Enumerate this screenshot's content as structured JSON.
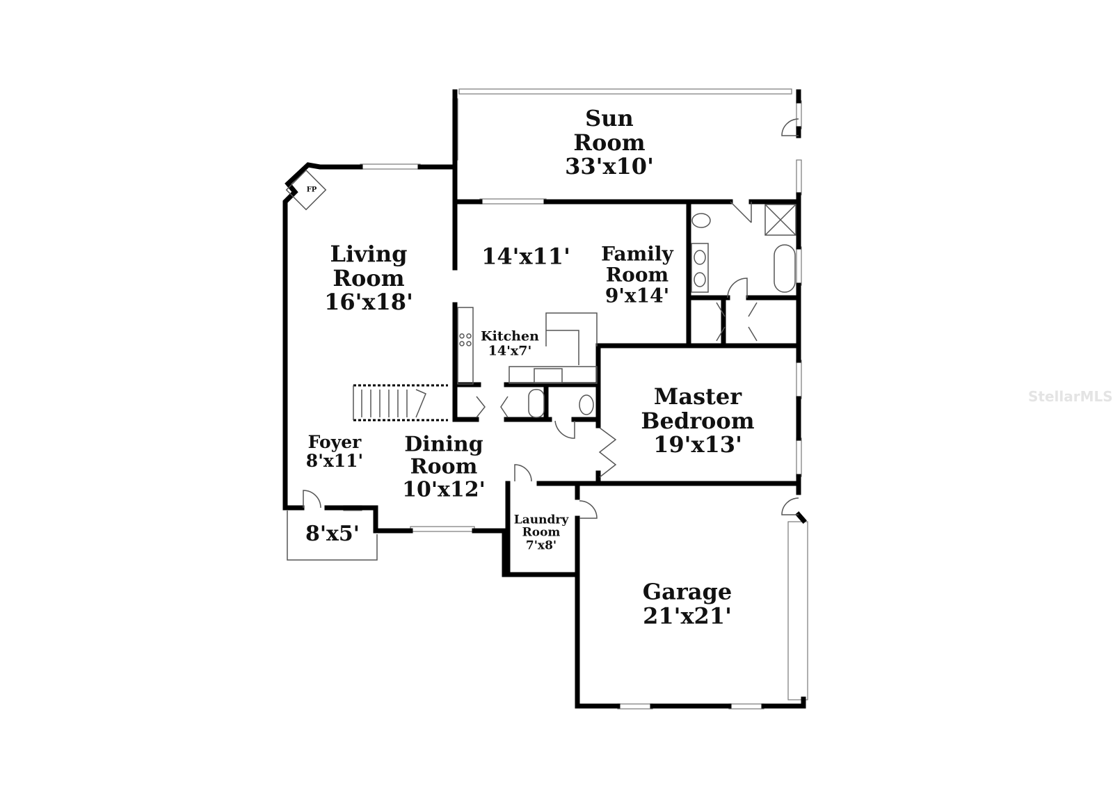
{
  "rooms": {
    "sun_room": {
      "line1": "Sun",
      "line2": "Room",
      "dims": "33'x10'"
    },
    "living_room": {
      "line1": "Living",
      "line2": "Room",
      "dims": "16'x18'"
    },
    "family_room": {
      "line1": "Family",
      "line2": "Room",
      "dims": "9'x14'",
      "dims_extra": "14'x11'"
    },
    "kitchen": {
      "line1": "Kitchen",
      "dims": "14'x7'"
    },
    "master_bedroom": {
      "line1": "Master",
      "line2": "Bedroom",
      "dims": "19'x13'"
    },
    "foyer": {
      "line1": "Foyer",
      "dims": "8'x11'"
    },
    "dining_room": {
      "line1": "Dining",
      "line2": "Room",
      "dims": "10'x12'"
    },
    "porch": {
      "dims": "8'x5'"
    },
    "laundry_room": {
      "line1": "Laundry",
      "line2": "Room",
      "dims": "7'x8'"
    },
    "garage": {
      "line1": "Garage",
      "dims": "21'x21'"
    }
  },
  "fireplace": {
    "label": "FP"
  },
  "watermark": "StellarMLS"
}
